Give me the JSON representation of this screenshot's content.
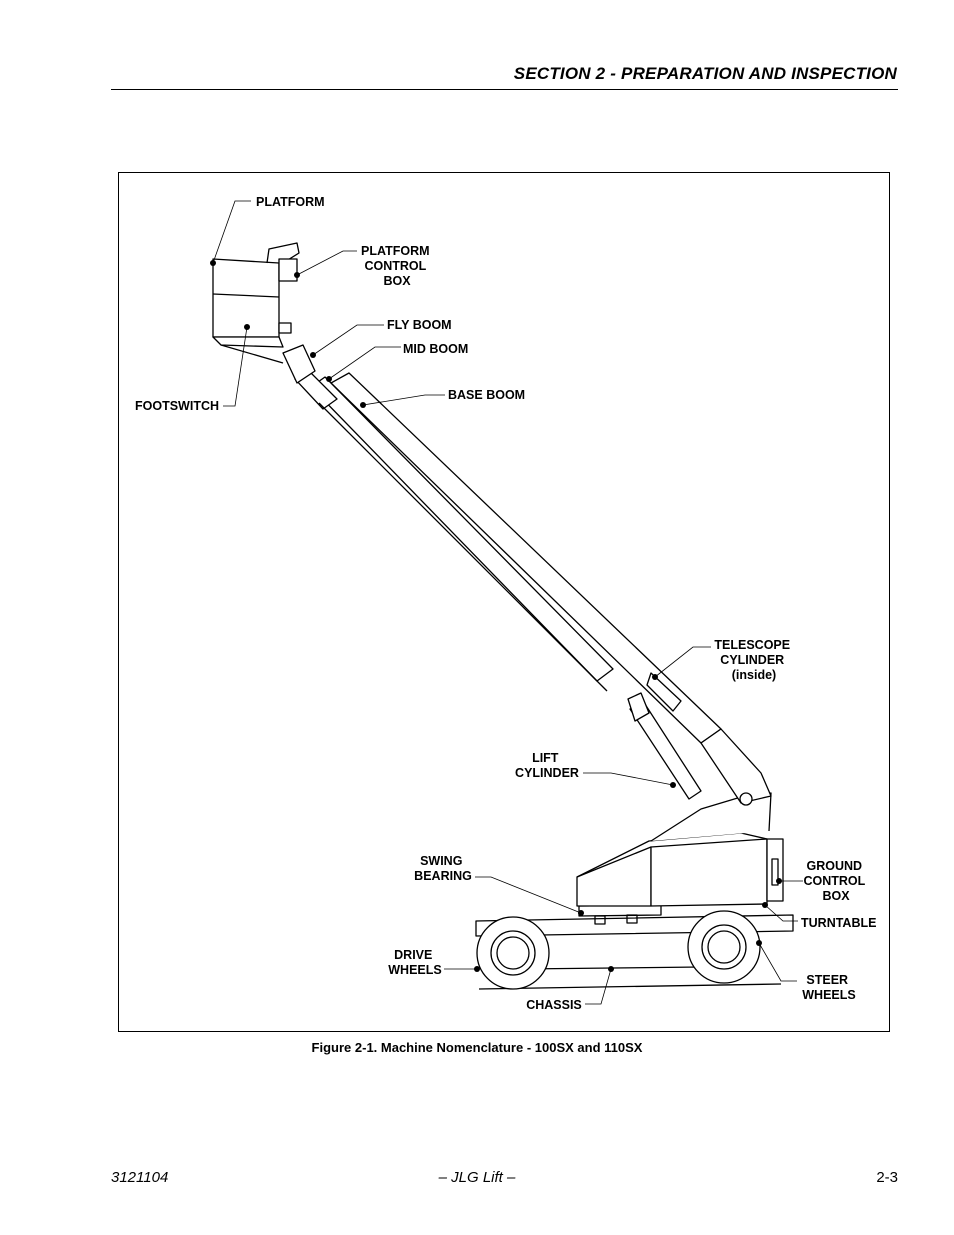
{
  "header": {
    "section_title": "SECTION 2 - PREPARATION AND INSPECTION"
  },
  "figure": {
    "labels": {
      "platform": [
        "PLATFORM"
      ],
      "platform_control_box": [
        "PLATFORM",
        "CONTROL",
        "BOX"
      ],
      "fly_boom": [
        "FLY BOOM"
      ],
      "mid_boom": [
        "MID BOOM"
      ],
      "base_boom": [
        "BASE BOOM"
      ],
      "footswitch": [
        "FOOTSWITCH"
      ],
      "telescope_cylinder": [
        "TELESCOPE",
        "CYLINDER",
        "(inside)"
      ],
      "lift_cylinder": [
        "LIFT",
        "CYLINDER"
      ],
      "swing_bearing": [
        "SWING",
        "BEARING"
      ],
      "ground_control_box": [
        "GROUND",
        "CONTROL",
        "BOX"
      ],
      "turntable": [
        "TURNTABLE"
      ],
      "drive_wheels": [
        "DRIVE",
        "WHEELS"
      ],
      "steer_wheels": [
        "STEER",
        "WHEELS"
      ],
      "chassis": [
        "CHASSIS"
      ]
    },
    "caption": "Figure 2-1.  Machine Nomenclature - 100SX and 110SX"
  },
  "footer": {
    "doc_number": "3121104",
    "center_text": "– JLG Lift –",
    "page_number": "2-3"
  }
}
